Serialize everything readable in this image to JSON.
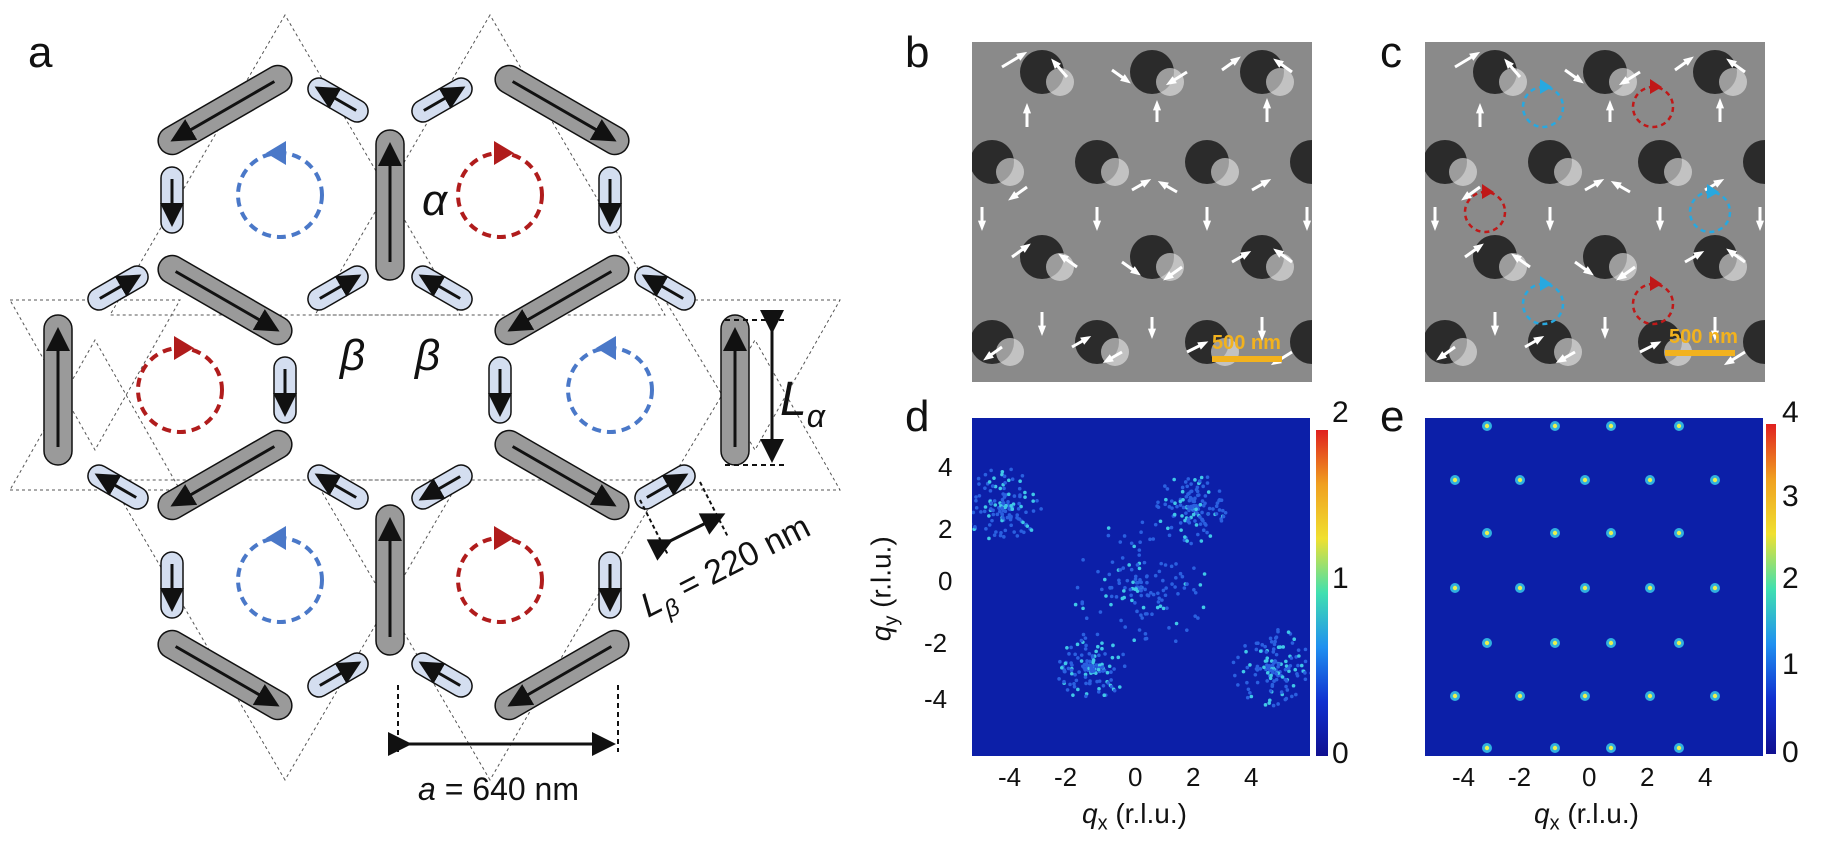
{
  "panels": {
    "a": {
      "letter": "a",
      "labels": {
        "alpha": "α",
        "beta1": "β",
        "beta2": "β",
        "L_alpha_main": "L",
        "L_alpha_sub": "α",
        "L_beta_main": "L",
        "L_beta_sub": "β",
        "L_beta_value": " = 220 nm",
        "a_main": "a",
        "a_value": " = 640 nm"
      }
    },
    "b": {
      "letter": "b",
      "scalebar": "500 nm"
    },
    "c": {
      "letter": "c",
      "scalebar": "500 nm"
    },
    "d": {
      "letter": "d",
      "colorbar_ticks": [
        "2",
        "1",
        "0"
      ],
      "yticks": [
        "4",
        "2",
        "0",
        "-2",
        "-4"
      ],
      "xticks": [
        "-4",
        "-2",
        "0",
        "2",
        "4"
      ],
      "xlabel_var": "q",
      "xlabel_sub": "x",
      "xlabel_unit": " (r.l.u.)",
      "ylabel_var": "q",
      "ylabel_sub": "y",
      "ylabel_unit": " (r.l.u.)"
    },
    "e": {
      "letter": "e",
      "colorbar_ticks": [
        "4",
        "3",
        "2",
        "1",
        "0"
      ],
      "xticks": [
        "-4",
        "-2",
        "0",
        "2",
        "4"
      ],
      "xlabel_var": "q",
      "xlabel_sub": "x",
      "xlabel_unit": " (r.l.u.)"
    }
  },
  "colors": {
    "alpha_island": "#9a9a9a",
    "beta_island": "#d4def0",
    "loop_red": "#b01c1c",
    "loop_blue": "#4a78c8",
    "loop_cyan": "#28a8e0",
    "scalebar": "#f2b21e",
    "map_bg": "#0c1fa8"
  }
}
